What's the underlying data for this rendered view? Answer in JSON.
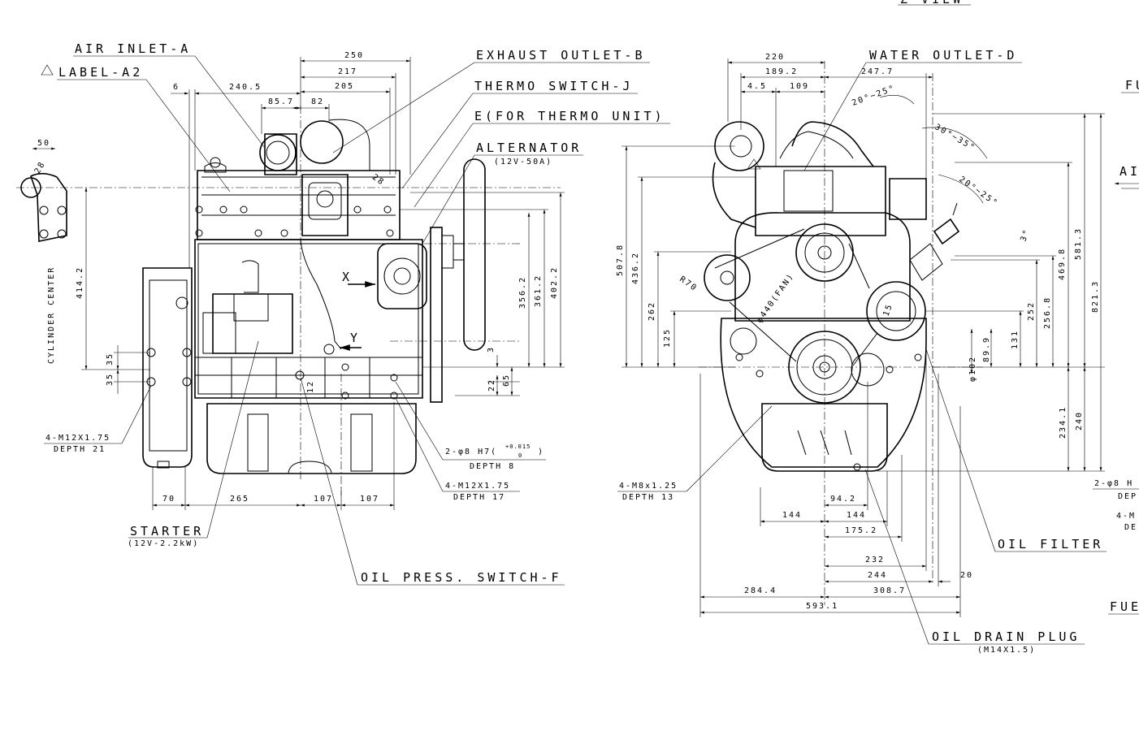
{
  "labels": {
    "air_inlet": "AIR INLET-A",
    "label_a2": "LABEL-A2",
    "exhaust_outlet": "EXHAUST OUTLET-B",
    "thermo_switch": "THERMO SWITCH-J",
    "thermo_unit": "E(FOR THERMO UNIT)",
    "alternator": "ALTERNATOR",
    "alternator_spec": "(12V-50A)",
    "cylinder_center": "CYLINDER CENTER",
    "bolt_left": "4-M12X1.75",
    "bolt_left_depth": "DEPTH 21",
    "starter": "STARTER",
    "starter_spec": "(12V-2.2kW)",
    "oil_press_switch": "OIL PRESS. SWITCH-F",
    "pin_hole": "2-φ8 H7(",
    "pin_tol_top": "+0.015",
    "pin_tol_bot": "0",
    "pin_hole_close": ")",
    "pin_depth": "DEPTH 8",
    "bolt_mid": "4-M12X1.75",
    "bolt_mid_depth": "DEPTH 17",
    "water_outlet": "WATER OUTLET-D",
    "bolt_front": "4-M8x1.25",
    "bolt_front_depth": "DEPTH 13",
    "oil_filter": "OIL FILTER",
    "oil_drain_plug": "OIL DRAIN PLUG",
    "oil_drain_spec": "(M14X1.5)",
    "view_x": "X",
    "view_y": "Y",
    "fan": "φ440(FAN)",
    "top_view_label": "Z VIEW",
    "edge_fu": "FU",
    "edge_ai": "AI",
    "edge_pin": "2-φ8 H",
    "edge_dep": "DEP",
    "edge_bolt": "4-M",
    "edge_de": "DE",
    "edge_fue": "FUE"
  },
  "dims_side": {
    "d250": "250",
    "d217": "217",
    "d205": "205",
    "d6": "6",
    "d2405": "240.5",
    "d857": "85.7",
    "d82": "82",
    "d50": "50",
    "d28a": "28",
    "d28b": "28",
    "d4142": "414.2",
    "d35a": "35",
    "d35b": "35",
    "d3562": "356.2",
    "d3612": "361.2",
    "d4022": "402.2",
    "d3": "3",
    "d22": "22",
    "d65": "65",
    "d12": "12",
    "d70": "70",
    "d265": "265",
    "d107a": "107",
    "d107b": "107"
  },
  "dims_front": {
    "d220": "220",
    "d1892": "189.2",
    "d45": "4.5",
    "d109": "109",
    "d2477": "247.7",
    "a20_25a": "20°~25°",
    "a30_35": "30°~35°",
    "a20_25b": "20°~25°",
    "a3": "3°",
    "d5078": "507.8",
    "d4362": "436.2",
    "d262": "262",
    "d125": "125",
    "r70": "R70",
    "d5813": "581.3",
    "d4698": "469.8",
    "d8213": "821.3",
    "d2568": "256.8",
    "d252": "252",
    "d131": "131",
    "d102": "φ102",
    "d899": "89.9",
    "d15": "15",
    "d2341": "234.1",
    "d240": "240",
    "d942": "94.2",
    "d144a": "144",
    "d144b": "144",
    "d1752": "175.2",
    "d232": "232",
    "d244": "244",
    "d3087": "308.7",
    "d20": "20",
    "d2844": "284.4",
    "d5931": "593.1"
  }
}
